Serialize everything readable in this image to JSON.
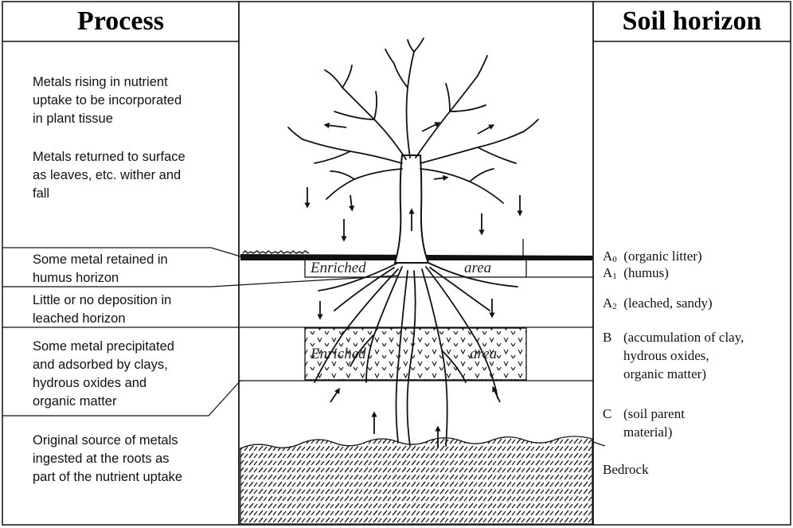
{
  "headers": {
    "process": "Process",
    "soil_horizon": "Soil horizon"
  },
  "process_notes": [
    "Metals rising in nutrient\nuptake to be incorporated\nin plant tissue",
    "Metals returned to surface\nas leaves, etc. wither and\nfall",
    "Some metal retained in\nhumus horizon",
    "Little or no deposition in\nleached horizon",
    "Some metal precipitated\nand adsorbed by clays,\nhydrous oxides and\norganic matter",
    "Original source of metals\ningested at the roots as\npart of the nutrient uptake"
  ],
  "horizons": [
    {
      "code": "A",
      "sub": "0",
      "desc": "(organic litter)"
    },
    {
      "code": "A",
      "sub": "1",
      "desc": "(humus)"
    },
    {
      "code": "A",
      "sub": "2",
      "desc": "(leached, sandy)"
    },
    {
      "code": "B",
      "sub": "",
      "desc": "(accumulation of clay,\nhydrous oxides,\norganic matter)"
    },
    {
      "code": "C",
      "sub": "",
      "desc": "(soil parent\nmaterial)"
    },
    {
      "code": "Bedrock",
      "sub": "",
      "desc": ""
    }
  ],
  "zone_labels": {
    "enriched": "Enriched",
    "area": "area"
  }
}
